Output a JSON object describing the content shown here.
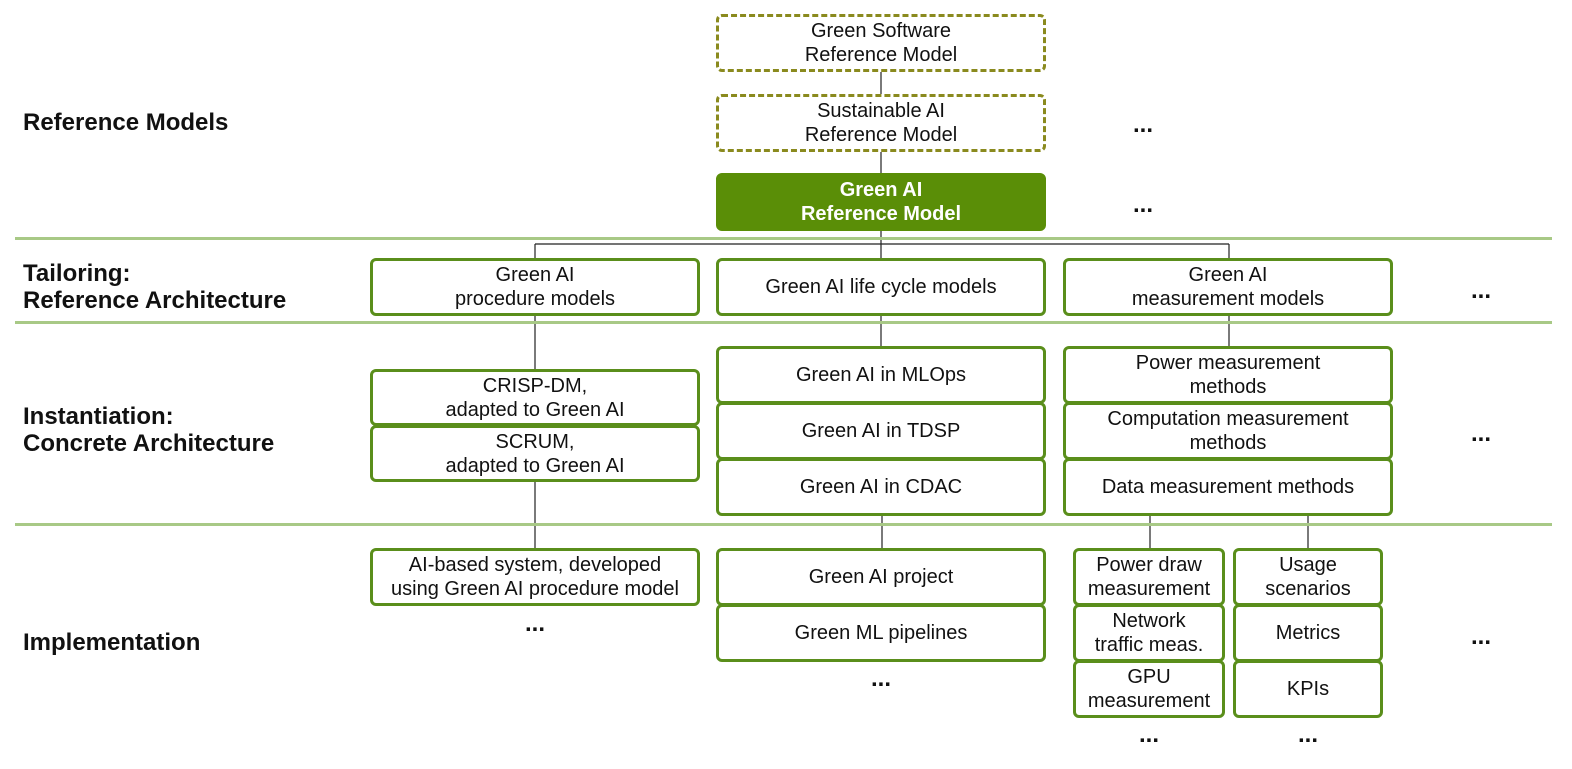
{
  "layers": {
    "reference_models": "Reference Models",
    "tailoring": "Tailoring:\nReference Architecture",
    "instantiation": "Instantiation:\nConcrete Architecture",
    "implementation": "Implementation"
  },
  "reference": {
    "green_software": "Green Software\nReference Model",
    "sustainable_ai": "Sustainable AI\nReference Model",
    "green_ai": "Green AI\nReference Model"
  },
  "tailoring": {
    "procedure": "Green AI\nprocedure models",
    "lifecycle": "Green AI life cycle models",
    "measurement": "Green AI\nmeasurement models"
  },
  "instantiation": {
    "crisp": "CRISP-DM,\nadapted to Green AI",
    "scrum": "SCRUM,\nadapted to Green AI",
    "mlops": "Green AI in MLOps",
    "tdsp": "Green AI in TDSP",
    "cdac": "Green AI in CDAC",
    "power_methods": "Power measurement\nmethods",
    "computation_methods": "Computation measurement\nmethods",
    "data_methods": "Data measurement methods"
  },
  "implementation": {
    "ai_system": "AI-based system, developed\nusing Green AI procedure model",
    "project": "Green AI project",
    "pipelines": "Green ML pipelines",
    "power_draw": "Power draw\nmeasurement",
    "network": "Network\ntraffic meas.",
    "gpu": "GPU\nmeasurement",
    "usage": "Usage\nscenarios",
    "metrics": "Metrics",
    "kpis": "KPIs"
  },
  "ellipsis": "...",
  "colors": {
    "green_border": "#5a8e1b",
    "green_fill": "#5a8e07",
    "dashed_olive": "#8a8a1e",
    "separator": "#a8c986"
  }
}
